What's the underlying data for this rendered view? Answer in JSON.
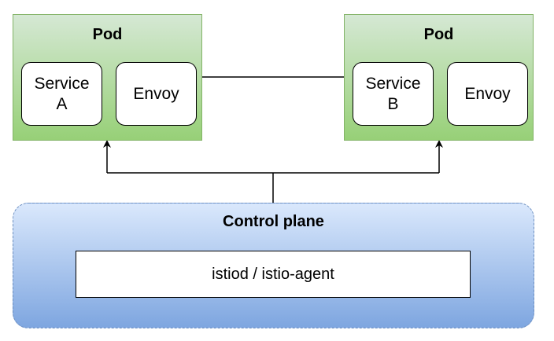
{
  "pods": [
    {
      "title": "Pod",
      "service": {
        "line1": "Service",
        "line2": "A"
      },
      "envoy": "Envoy"
    },
    {
      "title": "Pod",
      "service": {
        "line1": "Service",
        "line2": "B"
      },
      "envoy": "Envoy"
    }
  ],
  "control_plane": {
    "title": "Control plane",
    "component": "istiod / istio-agent"
  },
  "colors": {
    "pod_fill_top": "#d5e8d4",
    "pod_fill_bottom": "#97d077",
    "pod_border": "#82b366",
    "control_plane_fill_top": "#dae8fc",
    "control_plane_fill_bottom": "#7ea6e0",
    "control_plane_border": "#6c8ebf",
    "line": "#000000"
  }
}
